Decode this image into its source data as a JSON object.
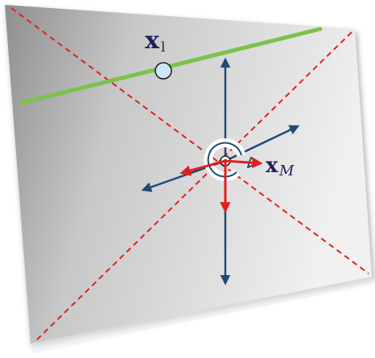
{
  "labels": {
    "line_point": {
      "main": "x",
      "sub": "l"
    },
    "center_point": {
      "main": "x",
      "sub": "M"
    }
  },
  "colors": {
    "plane_light": "#f2f2f2",
    "plane_dark": "#9a9a9a",
    "diagonal": "#e02020",
    "line": "#7cc24a",
    "axis_arrow": "#1e4a78",
    "red_arrow": "#e01e1e",
    "point_fill": "#cde6f7",
    "label": "#1f1f5c"
  },
  "icons": {
    "rotation": "curved-arrow-icon",
    "point": "circle-marker-icon"
  }
}
